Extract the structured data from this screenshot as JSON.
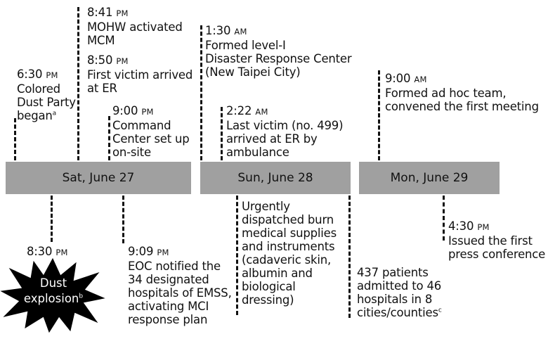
{
  "days": [
    {
      "label": "Sat, June 27"
    },
    {
      "label": "Sun, June 28"
    },
    {
      "label": "Mon, June 29"
    }
  ],
  "pm": "PM",
  "am": "AM",
  "events": {
    "party": {
      "time": "6:30",
      "ampm": "PM",
      "lines": [
        "Colored",
        "Dust Party",
        "began"
      ],
      "note": "a"
    },
    "mohw": {
      "time": "8:41",
      "ampm": "PM",
      "lines": [
        "MOHW activated",
        "MCM"
      ]
    },
    "first_victim": {
      "time": "8:50",
      "ampm": "PM",
      "lines": [
        "First victim arrived",
        "at ER"
      ]
    },
    "command": {
      "time": "9:00",
      "ampm": "PM",
      "lines": [
        "Command",
        "Center set up",
        "on-site"
      ]
    },
    "level1": {
      "time": "1:30",
      "ampm": "AM",
      "lines": [
        "Formed level-I",
        "Disaster Response Center",
        "(New Taipei City)"
      ]
    },
    "last_victim": {
      "time": "2:22",
      "ampm": "AM",
      "lines": [
        "Last victim (no. 499)",
        "arrived at ER by",
        "ambulance"
      ]
    },
    "adhoc": {
      "time": "9:00",
      "ampm": "AM",
      "lines": [
        "Formed ad hoc team,",
        "convened the first meeting"
      ]
    },
    "explosion": {
      "time": "8:30",
      "ampm": "PM",
      "lines": [
        "Dust",
        "explosion"
      ],
      "note": "b"
    },
    "eoc": {
      "time": "9:09",
      "ampm": "PM",
      "lines": [
        "EOC notified the",
        "34 designated",
        "hospitals of EMSS,",
        "activating MCI",
        "response plan"
      ]
    },
    "supplies": {
      "lines": [
        "Urgently",
        "dispatched burn",
        "medical supplies",
        "and instruments",
        "(cadaveric skin,",
        "albumin and",
        "biological",
        "dressing)"
      ]
    },
    "patients": {
      "lines": [
        "437 patients",
        "admitted to 46",
        "hospitals in 8",
        "cities/counties"
      ],
      "note": "c"
    },
    "press": {
      "time": "4:30",
      "ampm": "PM",
      "lines": [
        "Issued the first",
        "press conference"
      ]
    }
  }
}
